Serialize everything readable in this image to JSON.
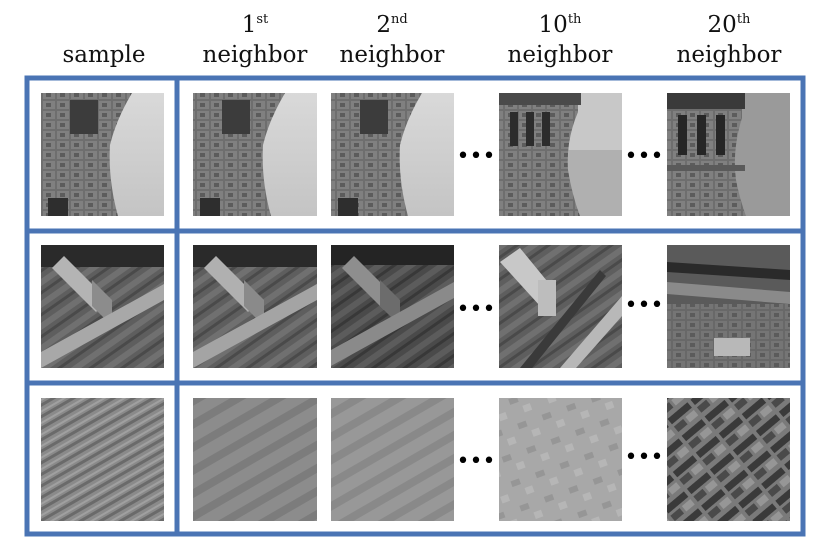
{
  "headers": {
    "sample": "sample",
    "first": {
      "number": "1",
      "suffix": "st",
      "word": "neighbor"
    },
    "second": {
      "number": "2",
      "suffix": "nd",
      "word": "neighbor"
    },
    "tenth": {
      "number": "10",
      "suffix": "th",
      "word": "neighbor"
    },
    "twentieth": {
      "number": "20",
      "suffix": "th",
      "word": "neighbor"
    }
  },
  "ellipsis": "•••",
  "colors": {
    "frame": "#4a74b4",
    "background": "#ffffff"
  },
  "rows": [
    {
      "subject": "tower-edge-against-sky",
      "patches": [
        "sample",
        "neighbor-1",
        "neighbor-2",
        "neighbor-10",
        "neighbor-20"
      ]
    },
    {
      "subject": "diagonal-building-edge",
      "patches": [
        "sample",
        "neighbor-1",
        "neighbor-2",
        "neighbor-10",
        "neighbor-20"
      ]
    },
    {
      "subject": "diagonal-textured-stone",
      "patches": [
        "sample",
        "neighbor-1",
        "neighbor-2",
        "neighbor-10",
        "neighbor-20"
      ]
    }
  ]
}
